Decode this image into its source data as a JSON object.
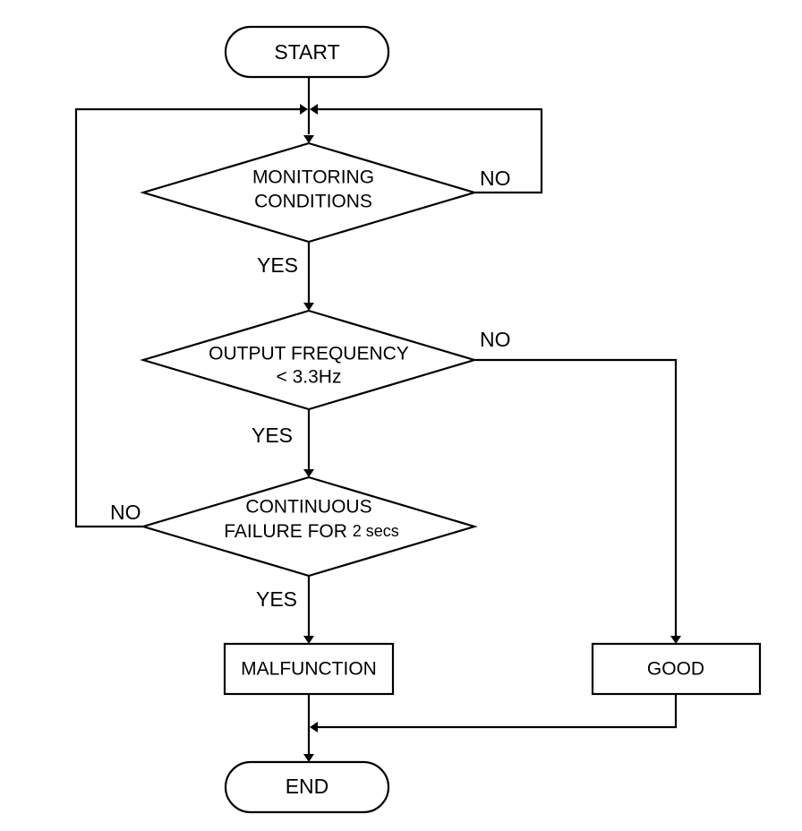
{
  "nodes": {
    "start": {
      "label": "START"
    },
    "monitoring": {
      "line1": "MONITORING",
      "line2": "CONDITIONS"
    },
    "frequency": {
      "line1": "OUTPUT FREQUENCY",
      "line2": "< 3.3Hz"
    },
    "continuous": {
      "line1": "CONTINUOUS",
      "line2a": "FAILURE FOR ",
      "line2b": "2 secs"
    },
    "malfunction": {
      "label": "MALFUNCTION"
    },
    "good": {
      "label": "GOOD"
    },
    "end": {
      "label": "END"
    }
  },
  "edges": {
    "monitoring_no": "NO",
    "monitoring_yes": "YES",
    "frequency_no": "NO",
    "frequency_yes": "YES",
    "continuous_no": "NO",
    "continuous_yes": "YES"
  }
}
